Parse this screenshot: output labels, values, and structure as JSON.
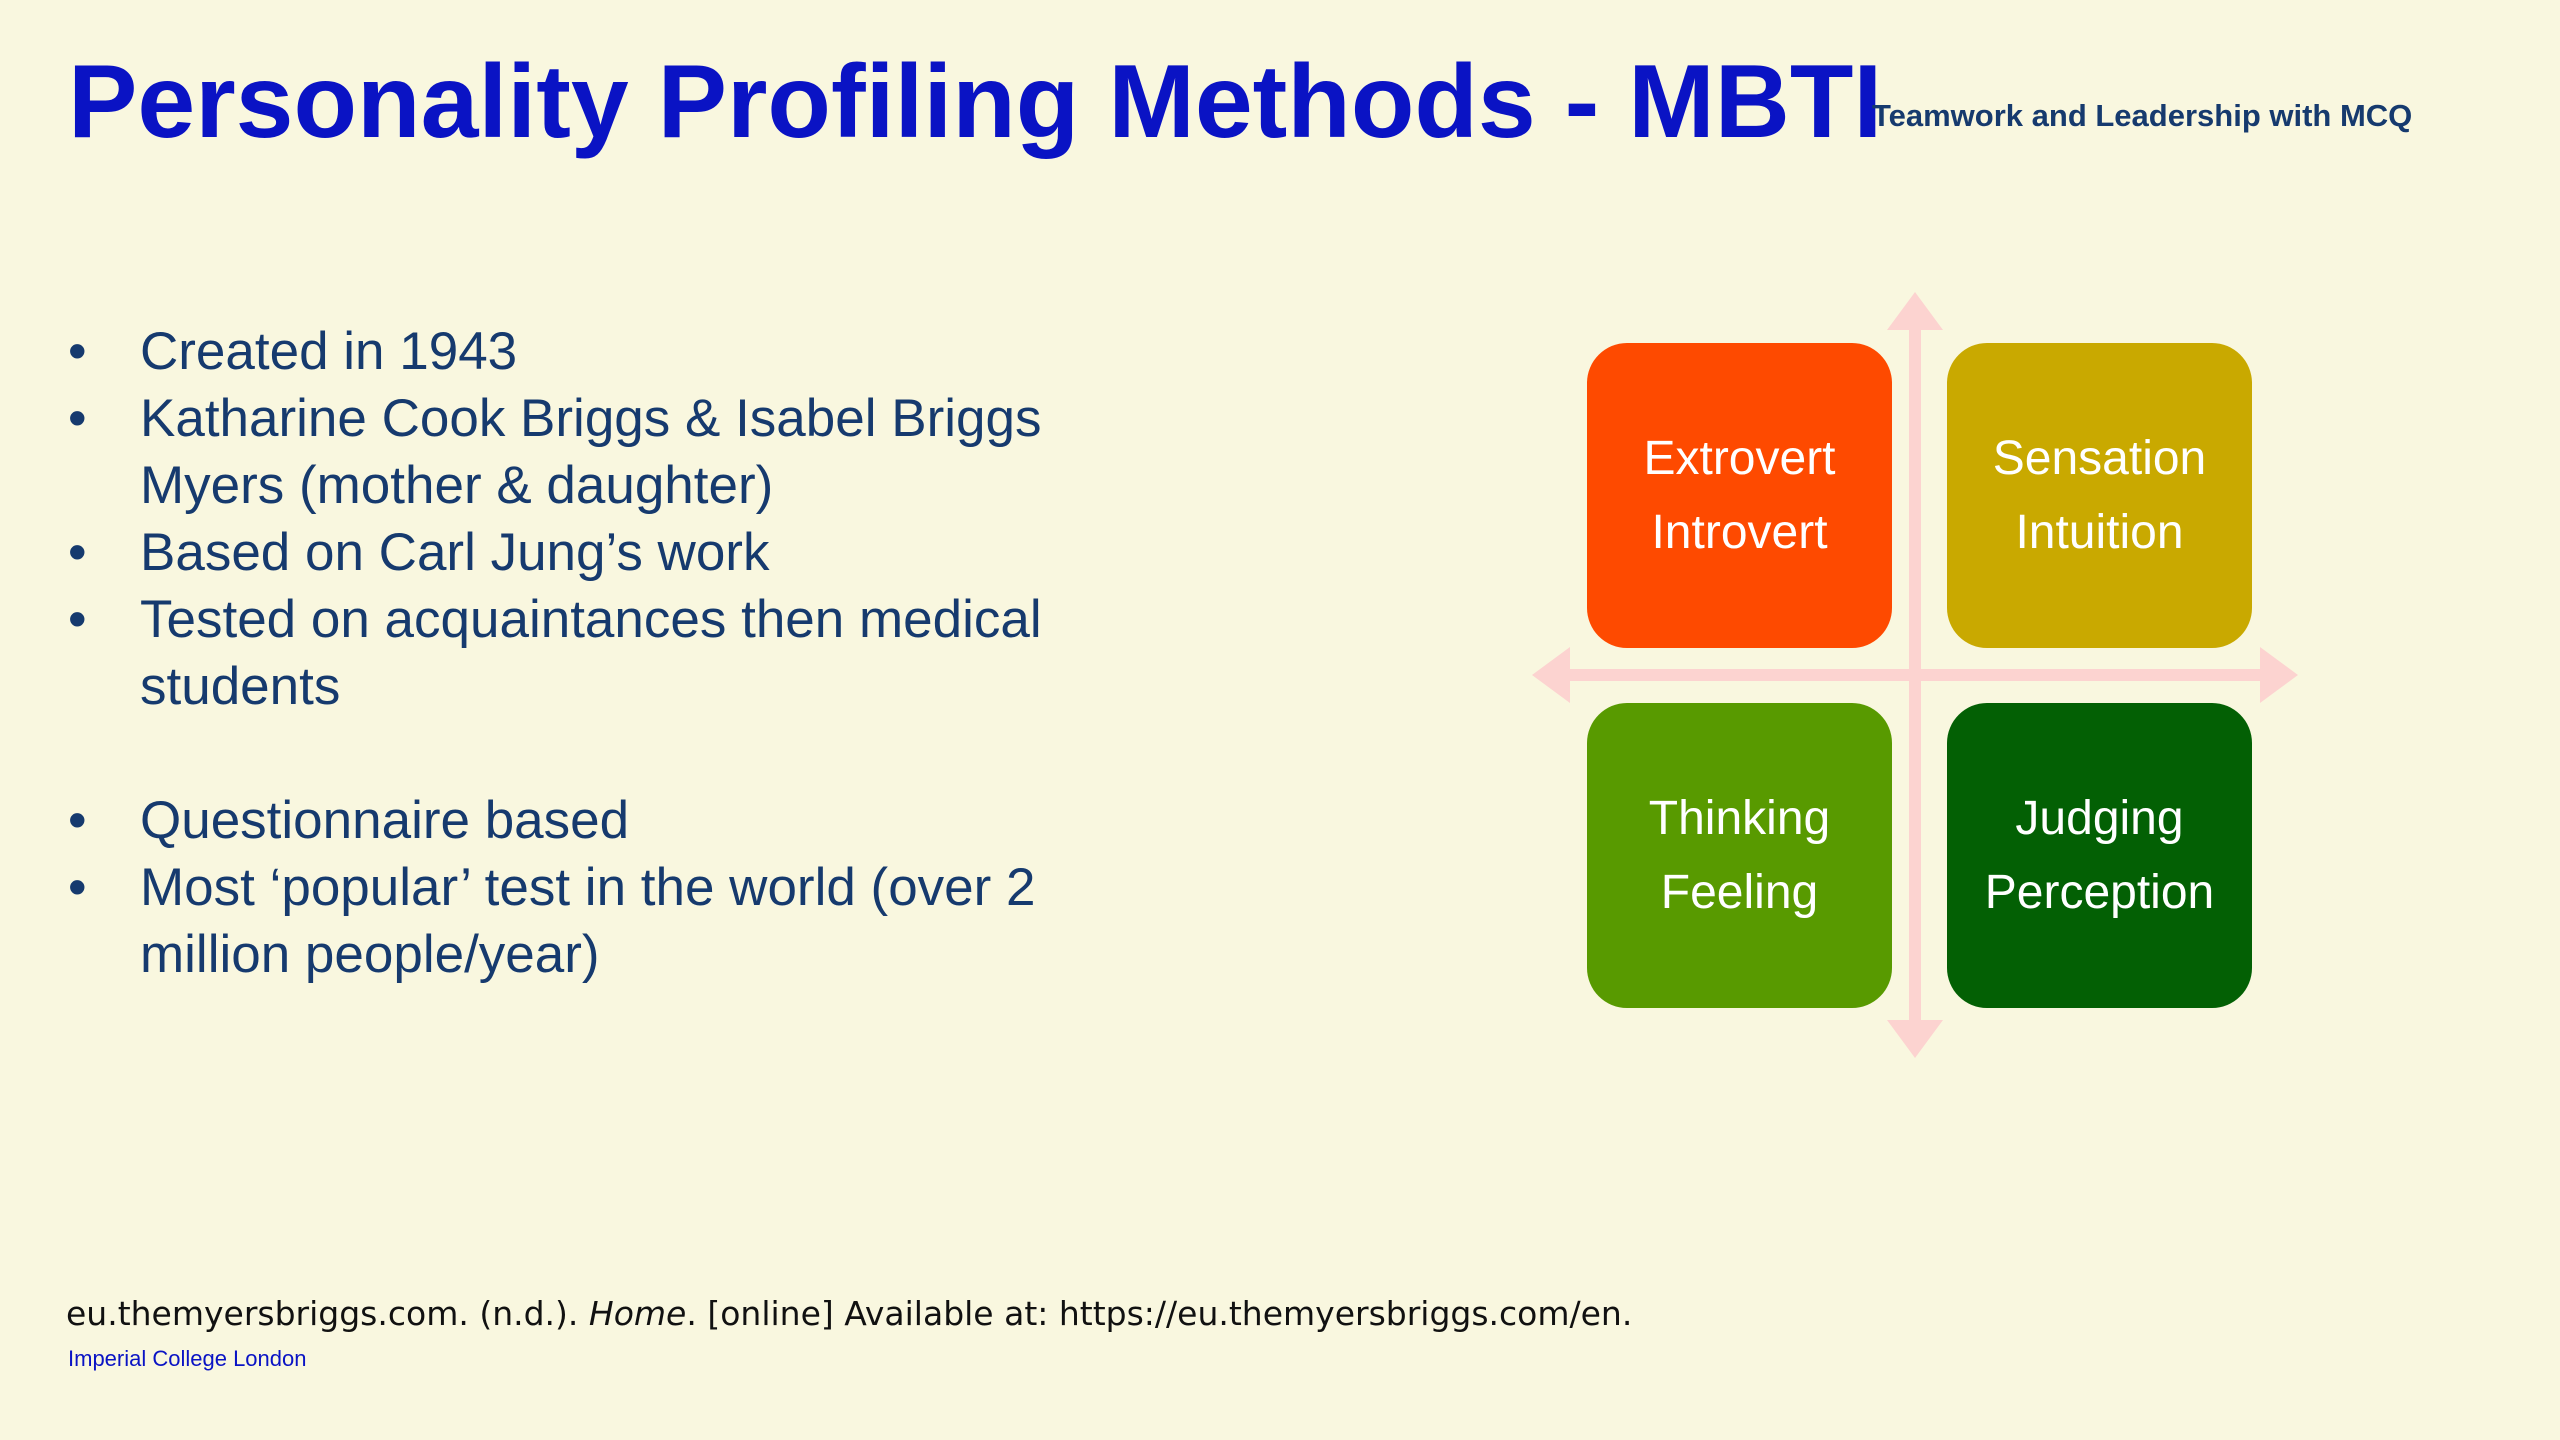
{
  "header": {
    "title": "Personality Profiling Methods - MBTI",
    "course": "Teamwork and Leadership with MCQ"
  },
  "bullets": [
    "Created in 1943",
    "Katharine Cook Briggs & Isabel Briggs Myers (mother & daughter)",
    "Based on Carl Jung’s work",
    "Tested on acquaintances then medical students",
    "Questionnaire based",
    "Most ‘popular’ test in the world (over 2 million people/year)"
  ],
  "diagram": {
    "axis_color": "#fcd3d0",
    "quadrants": [
      {
        "line1": "Extrovert",
        "line2": "Introvert",
        "color": "#fe4a00"
      },
      {
        "line1": "Sensation",
        "line2": "Intuition",
        "color": "#c9a900"
      },
      {
        "line1": "Thinking",
        "line2": "Feeling",
        "color": "#589a00"
      },
      {
        "line1": "Judging",
        "line2": "Perception",
        "color": "#036004"
      }
    ]
  },
  "footer": {
    "reference_before": "eu.themyersbriggs.com. (n.d.). ",
    "reference_title": "Home",
    "reference_after": ". [online] Available at: https://eu.themyersbriggs.com/en.",
    "institution": "Imperial College London"
  },
  "colors": {
    "title": "#0a13c4",
    "body_text": "#163a6e",
    "background": "#f9f7df"
  }
}
